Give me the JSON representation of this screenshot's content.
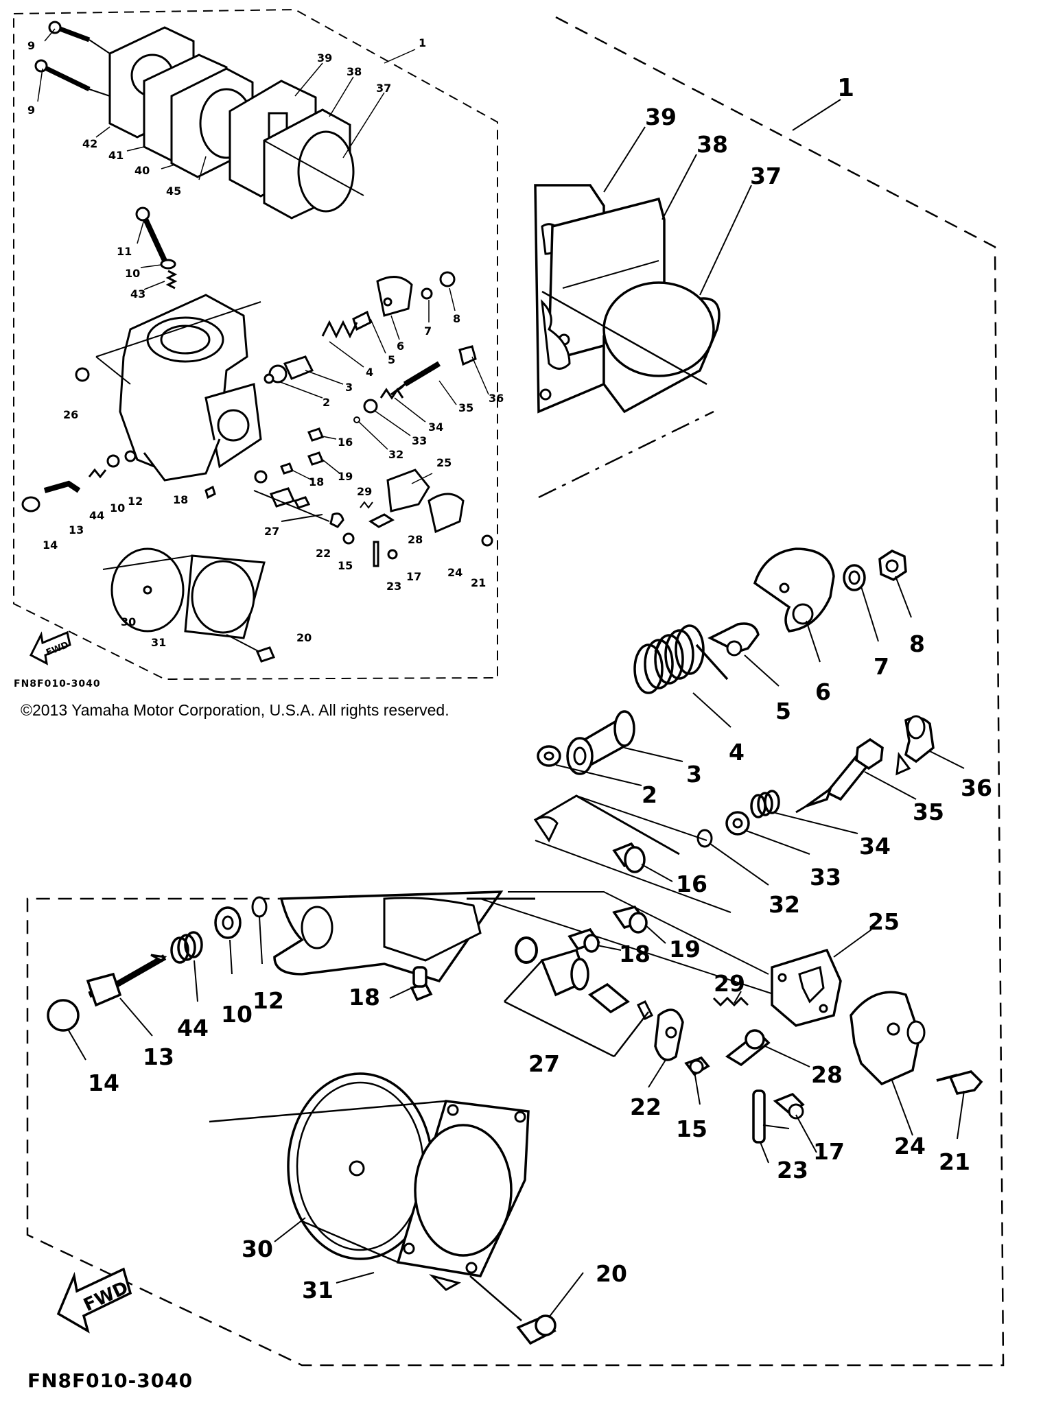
{
  "copyright": "©2013 Yamaha Motor Corporation, U.S.A. All rights reserved.",
  "diagram_code": "FN8F010-3040",
  "fwd_label": "FWD",
  "assembly_ref": "1",
  "small_view": {
    "labels": [
      "9",
      "9",
      "42",
      "41",
      "40",
      "45",
      "39",
      "38",
      "37",
      "1",
      "11",
      "10",
      "43",
      "26",
      "14",
      "13",
      "44",
      "10",
      "12",
      "18",
      "6",
      "7",
      "8",
      "5",
      "4",
      "3",
      "2",
      "35",
      "36",
      "34",
      "33",
      "32",
      "16",
      "19",
      "18",
      "25",
      "27",
      "29",
      "28",
      "22",
      "15",
      "17",
      "23",
      "24",
      "21",
      "30",
      "31",
      "20"
    ]
  },
  "large_view": {
    "labels": [
      "39",
      "38",
      "37",
      "1",
      "6",
      "7",
      "8",
      "5",
      "4",
      "3",
      "2",
      "36",
      "35",
      "34",
      "33",
      "16",
      "32",
      "25",
      "19",
      "18",
      "29",
      "28",
      "44",
      "10",
      "12",
      "18",
      "13",
      "14",
      "27",
      "22",
      "15",
      "17",
      "24",
      "21",
      "23",
      "30",
      "31",
      "20"
    ]
  }
}
